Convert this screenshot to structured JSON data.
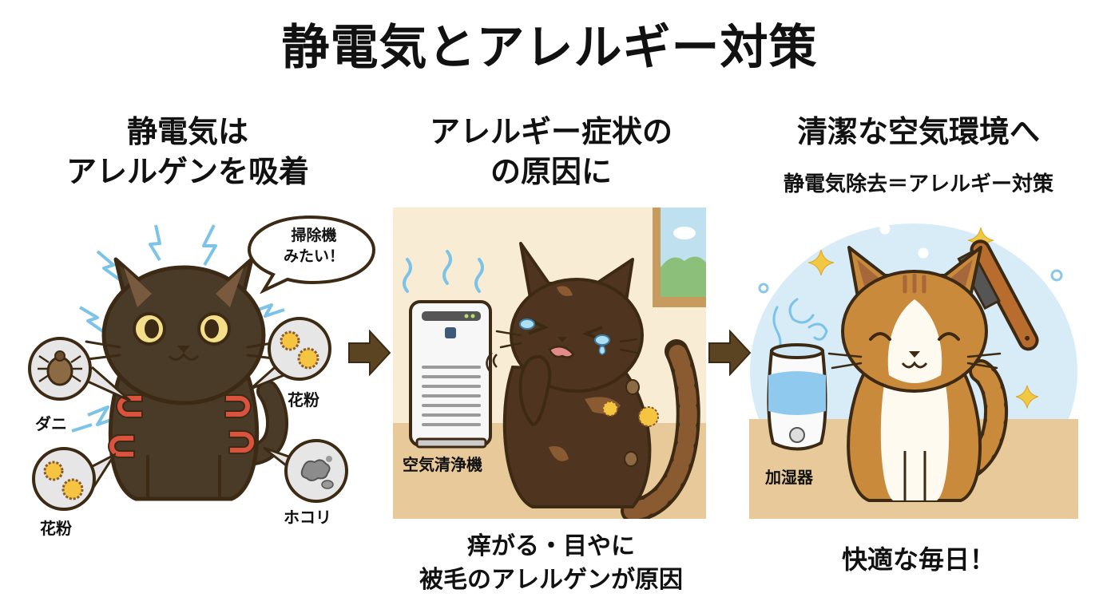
{
  "title": "静電気とアレルギー対策",
  "colors": {
    "background": "#ffffff",
    "text": "#111111",
    "arrow": "#5b4421",
    "outline": "#3d2a14",
    "black_cat": "#4a3a28",
    "tortoiseshell_accent": "#8a5a30",
    "tabby": "#c98a3c",
    "room_wall": "#f8ecd4",
    "room_floor": "#e8c99a",
    "clean_sky": "#d7ecf7",
    "spark_blue": "#7cc3e8",
    "magnet_red": "#d9533f",
    "pollen_yellow": "#f5c542",
    "sparkle_gold": "#f2c744"
  },
  "panels": [
    {
      "heading_line1": "静電気は",
      "heading_line2": "アレルゲンを吸着",
      "speech_bubble_line1": "掃除機",
      "speech_bubble_line2": "みたい！",
      "callouts": [
        {
          "label": "ダニ",
          "icon": "mite-icon"
        },
        {
          "label": "花粉",
          "icon": "pollen-icon"
        },
        {
          "label": "花粉",
          "icon": "pollen-icon"
        },
        {
          "label": "ホコリ",
          "icon": "dust-icon"
        }
      ]
    },
    {
      "heading_line1": "アレルギー症状の",
      "heading_line2": "の原因に",
      "device_label": "空気清浄機",
      "footer_line1": "痒がる・目やに",
      "footer_line2": "被毛のアレルゲンが原因"
    },
    {
      "heading": "清潔な空気環境へ",
      "subheading": "静電気除去＝アレルギー対策",
      "device_label": "加湿器",
      "footer": "快適な毎日！"
    }
  ]
}
